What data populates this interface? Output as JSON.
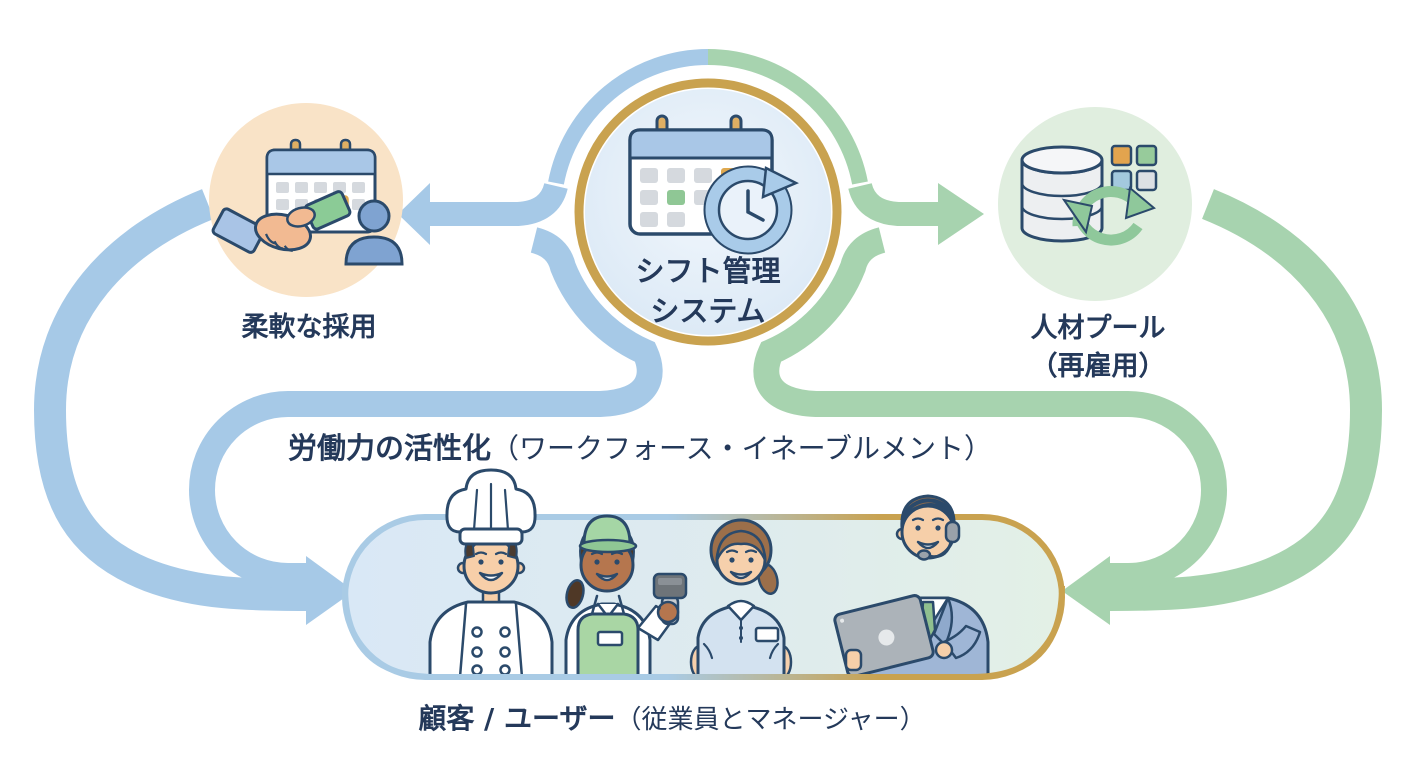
{
  "center_node": {
    "label_line1": "シフト管理",
    "label_line2": "システム",
    "icon": "calendar-clock-icon"
  },
  "left_node": {
    "label": "柔軟な採用",
    "icons": [
      "handshake-icon",
      "calendar-icon",
      "person-icon"
    ]
  },
  "right_node": {
    "label_line1": "人材プール",
    "label_line2": "（再雇用）",
    "icons": [
      "database-icon",
      "sync-arrows-icon"
    ]
  },
  "workforce_flow": {
    "main": "労働力の活性化",
    "annotation": "（ワークフォース・イネーブルメント）"
  },
  "users_node": {
    "label_main": "顧客 / ユーザー",
    "label_annotation": "（従業員とマネージャー）",
    "people": [
      "chef",
      "retail-worker",
      "service-employee",
      "manager-with-tablet"
    ]
  },
  "colors": {
    "text_navy": "#24395A",
    "outline_navy": "#2B4A6B",
    "flow_blue": "#A6C9E7",
    "flow_green": "#A7D3AF",
    "accent_gold": "#C9A24F",
    "bubble_peach": "#F9E3C7",
    "bubble_green": "#E0EEDF",
    "capsule_blue": "#D9E8F6",
    "capsule_green": "#E3F0E6"
  }
}
